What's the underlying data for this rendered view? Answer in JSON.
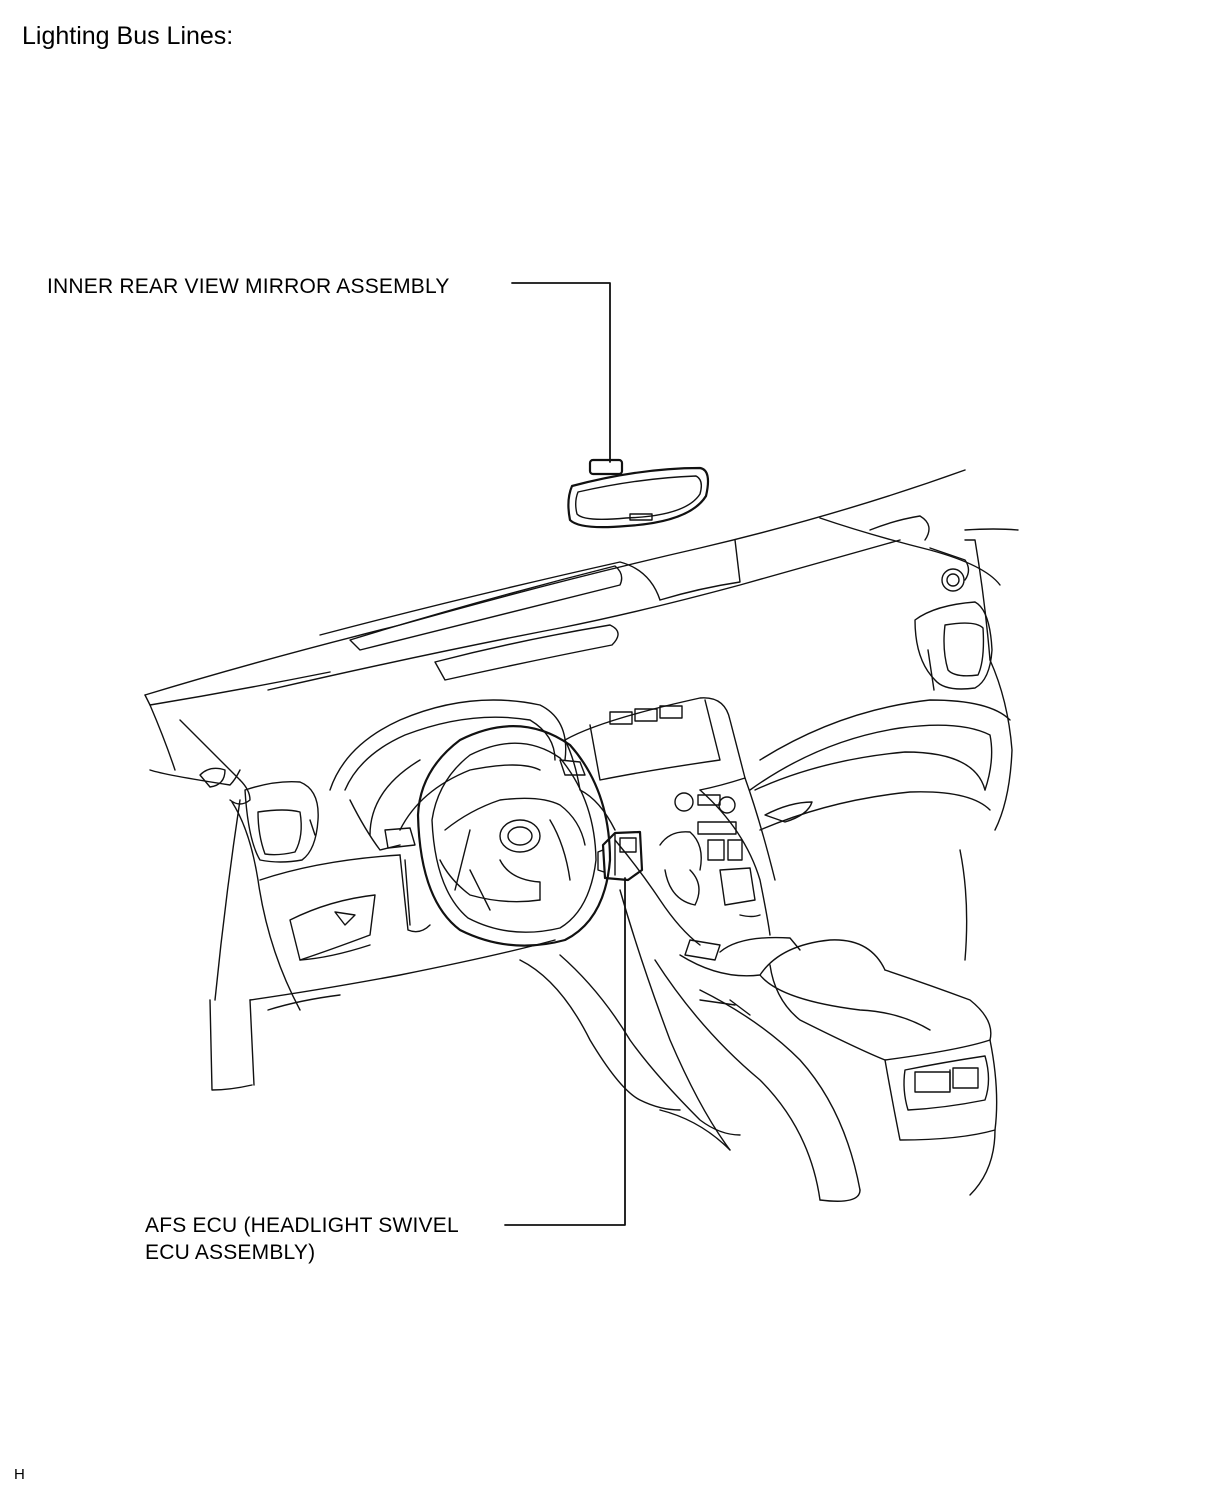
{
  "title": "Lighting Bus Lines:",
  "labels": {
    "mirror": "INNER REAR VIEW MIRROR ASSEMBLY",
    "afs_line1": "AFS ECU (HEADLIGHT SWIVEL",
    "afs_line2": "ECU ASSEMBLY)"
  },
  "footer": "H"
}
